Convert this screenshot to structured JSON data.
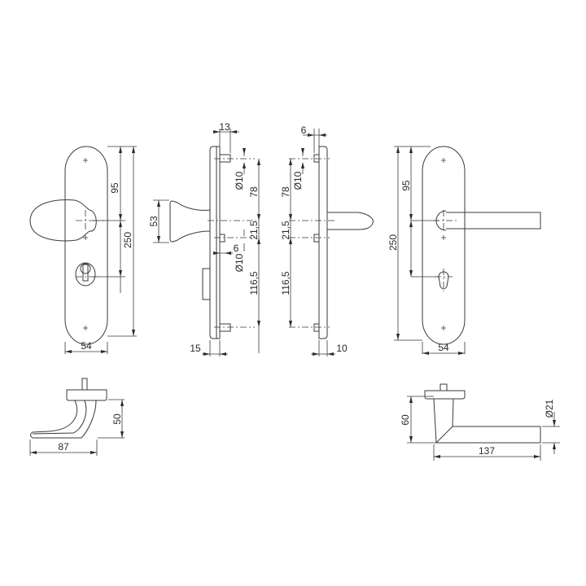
{
  "drawing": {
    "title": "Door handle set technical drawing",
    "line_color": "#3a3a3a",
    "background": "#ffffff"
  },
  "views": {
    "knob_front": {
      "dim_top_to_center": "95",
      "dim_total_height": "250",
      "dim_width": "54"
    },
    "knob_side": {
      "dim_pin_offset": "13",
      "dim_pin_diameter_top": "Ø10",
      "dim_top_to_center": "78",
      "dim_knob_height": "53",
      "dim_center_to_pin": "21,5",
      "dim_pin_offset_mid": "6",
      "dim_pin_diameter_mid": "Ø10",
      "dim_pin_to_bottom": "116,5",
      "dim_thickness": "15"
    },
    "lever_side": {
      "dim_pin_offset": "6",
      "dim_pin_diameter": "Ø10",
      "dim_top_to_center": "78",
      "dim_center_to_pin": "21,5",
      "dim_pin_to_bottom": "116,5",
      "dim_thickness": "10"
    },
    "lever_front": {
      "dim_top_to_center": "95",
      "dim_total_height": "250",
      "dim_width": "54"
    },
    "knob_profile": {
      "dim_height": "50",
      "dim_length": "87"
    },
    "lever_profile": {
      "dim_height": "60",
      "dim_diameter": "Ø21",
      "dim_length": "137"
    }
  }
}
